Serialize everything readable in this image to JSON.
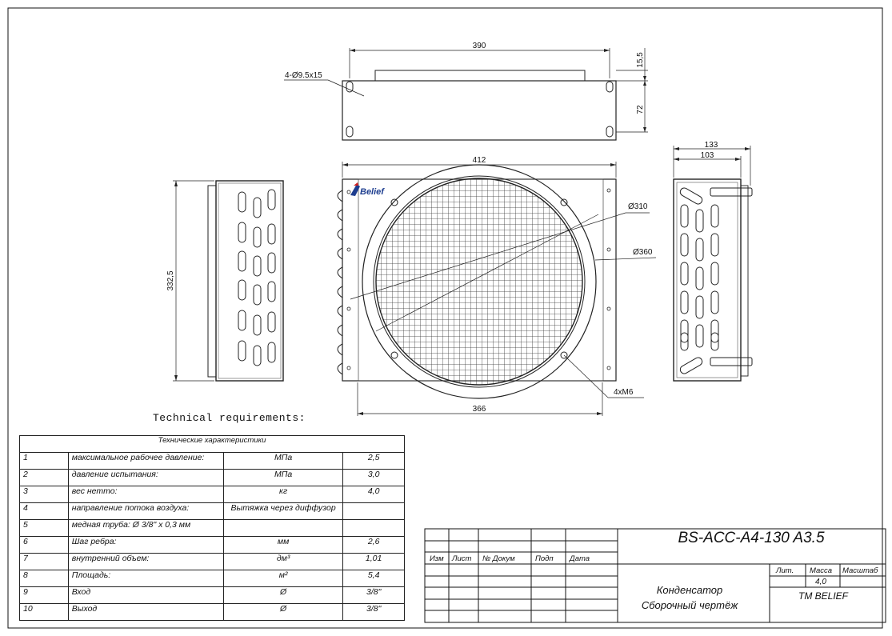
{
  "drawing": {
    "dimensions": {
      "top_width": "390",
      "top_hole_spec": "4-Ø9.5x15",
      "top_offset": "15,5",
      "top_hole_spacing": "72",
      "front_width": "412",
      "front_bottom": "366",
      "fan_d1": "Ø310",
      "fan_d2": "Ø360",
      "mount_holes": "4xM6",
      "left_height": "332,5",
      "side_total": "133",
      "side_depth": "103"
    },
    "logo_text": "Belief"
  },
  "tech_requirements_heading": "Technical   requirements:",
  "tech_table": {
    "caption": "Технические характеристики",
    "rows": [
      {
        "n": "1",
        "name": "максимальное рабочее давление:",
        "unit": "МПа",
        "value": "2,5"
      },
      {
        "n": "2",
        "name": "давление испытания:",
        "unit": "МПа",
        "value": "3,0"
      },
      {
        "n": "3",
        "name": "вес нетто:",
        "unit": "кг",
        "value": "4,0"
      },
      {
        "n": "4",
        "name": "направление потока воздуха:",
        "unit": "Вытяжка через диффузор",
        "value": ""
      },
      {
        "n": "5",
        "name": "медная труба: Ø 3/8\" x 0,3 мм",
        "unit": "",
        "value": ""
      },
      {
        "n": "6",
        "name": "Шаг ребра:",
        "unit": "мм",
        "value": "2,6"
      },
      {
        "n": "7",
        "name": "внутренний объем:",
        "unit": "дм³",
        "value": "1,01"
      },
      {
        "n": "8",
        "name": "Площадь:",
        "unit": "м²",
        "value": "5,4"
      },
      {
        "n": "9",
        "name": "Вход",
        "unit": "Ø",
        "value": "3/8\""
      },
      {
        "n": "10",
        "name": "Выход",
        "unit": "Ø",
        "value": "3/8\""
      }
    ]
  },
  "title_block": {
    "designation": "BS-ACC-A4-130 A3.5",
    "name_line1": "Конденсатор",
    "name_line2": "Сборочный чертёж",
    "col_izm": "Изм",
    "col_list": "Лист",
    "col_doc": "№ Докум",
    "col_podp": "Подп",
    "col_date": "Дата",
    "lit_label": "Лит.",
    "mass_label": "Масса",
    "scale_label": "Масштаб",
    "mass_value": "4,0",
    "company": "TM BELIEF"
  }
}
